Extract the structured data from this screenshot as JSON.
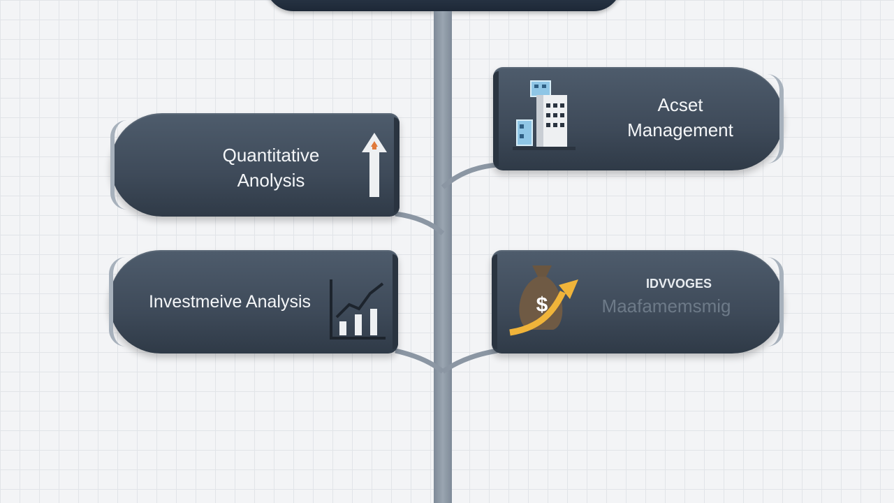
{
  "nodes": {
    "quantitative": {
      "line1": "Quantitative",
      "line2": "Anolysis",
      "icon": "up-arrow-icon"
    },
    "asset": {
      "line1": "Acset",
      "line2": "Management",
      "icon": "building-icon"
    },
    "investment": {
      "label": "Investmeive Analysis",
      "icon": "bar-chart-icon"
    },
    "wealth": {
      "line1": "IDVVOGES",
      "line2": "Maafamemsmig",
      "icon": "money-bag-icon"
    }
  },
  "colors": {
    "node": "#3e4a59",
    "trunk": "#8b96a3",
    "arrow_accent": "#f0b43a",
    "background": "#f3f4f6"
  }
}
